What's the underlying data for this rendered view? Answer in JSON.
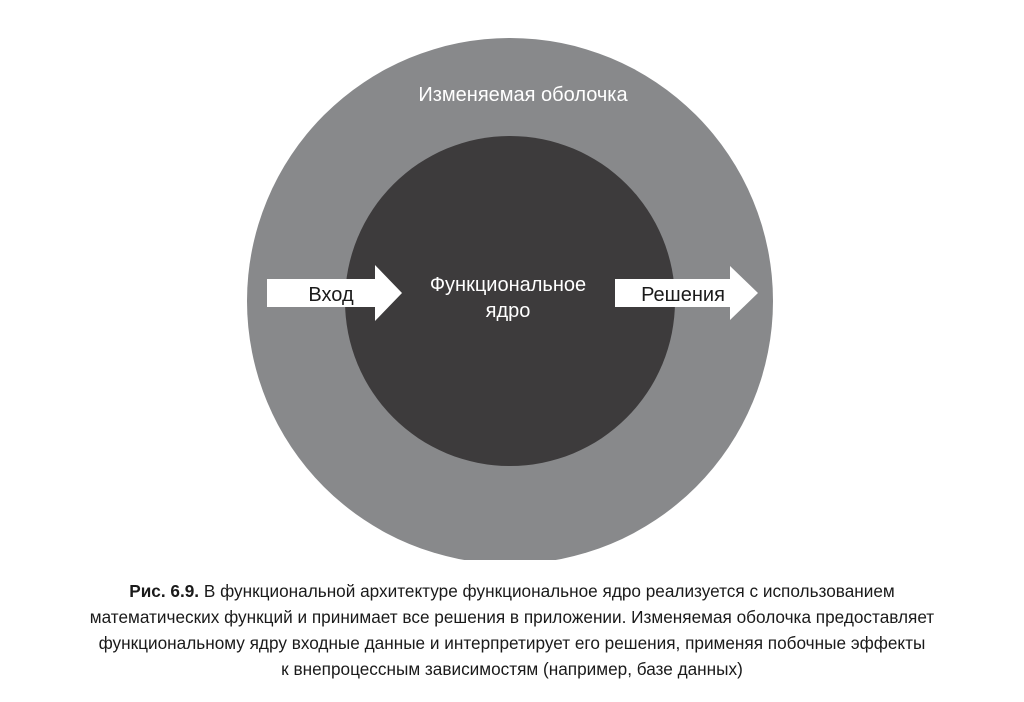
{
  "diagram": {
    "shell_label": "Изменяемая оболочка",
    "core_label_line1": "Функциональное",
    "core_label_line2": "ядро",
    "input_label": "Вход",
    "output_label": "Решения",
    "colors": {
      "shell": "#88898b",
      "core": "#3d3b3c",
      "arrow": "#ffffff"
    }
  },
  "caption": {
    "label": "Рис. 6.9.",
    "lines": [
      "В функциональной архитектуре функциональное ядро реализуется с использованием",
      "математических функций и принимает все решения в приложении. Изменяемая оболочка предоставляет",
      "функциональному ядру входные данные и интерпретирует его решения, применяя побочные эффекты",
      "к внепроцессным зависимостям (например, базе данных)"
    ]
  }
}
